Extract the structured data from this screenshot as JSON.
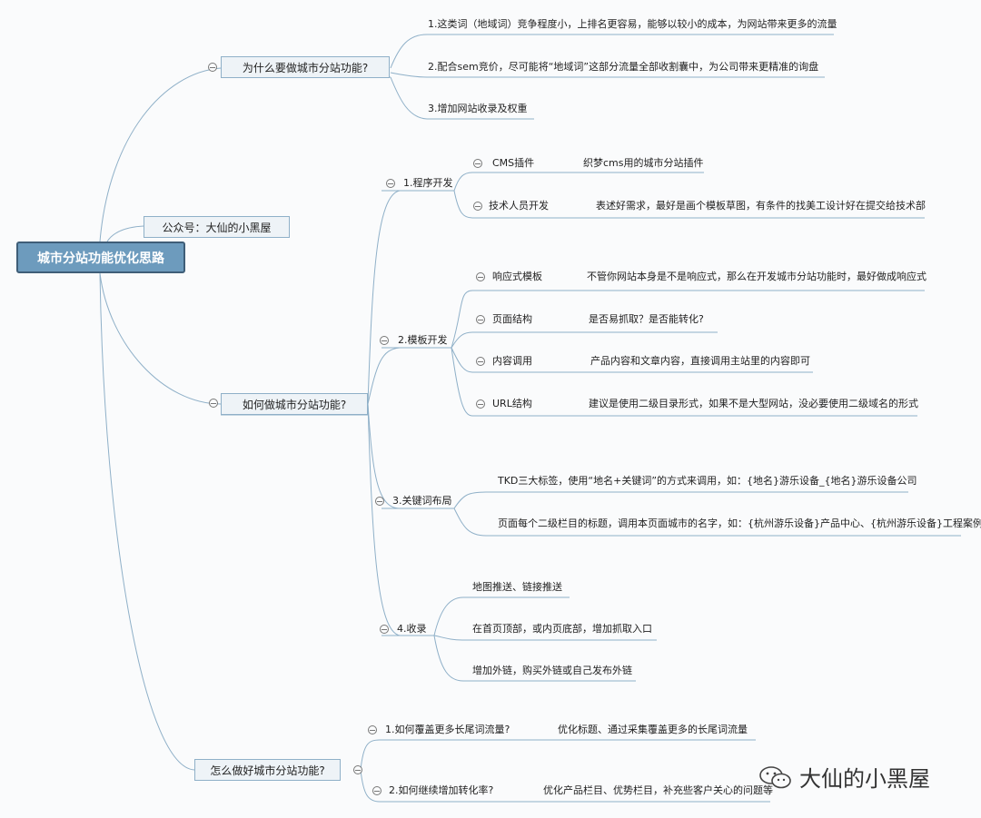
{
  "root": "城市分站功能优化思路",
  "gongzhonghao": "公众号：大仙的小黑屋",
  "why": {
    "title": "为什么要做城市分站功能?",
    "items": [
      "1.这类词（地域词）竞争程度小，上排名更容易，能够以较小的成本，为网站带来更多的流量",
      "2.配合sem竞价，尽可能将“地域词”这部分流量全部收割囊中，为公司带来更精准的询盘",
      "3.增加网站收录及权重"
    ]
  },
  "how": {
    "title": "如何做城市分站功能?",
    "program": {
      "label": "1.程序开发",
      "children": [
        {
          "label": "CMS插件",
          "desc": "织梦cms用的城市分站插件"
        },
        {
          "label": "技术人员开发",
          "desc": "表述好需求，最好是画个模板草图，有条件的找美工设计好在提交给技术部"
        }
      ]
    },
    "template": {
      "label": "2.模板开发",
      "children": [
        {
          "label": "响应式模板",
          "desc": "不管你网站本身是不是响应式，那么在开发城市分站功能时，最好做成响应式"
        },
        {
          "label": "页面结构",
          "desc": "是否易抓取？是否能转化?"
        },
        {
          "label": "内容调用",
          "desc": "产品内容和文章内容，直接调用主站里的内容即可"
        },
        {
          "label": "URL结构",
          "desc": "建议是使用二级目录形式，如果不是大型网站，没必要使用二级域名的形式"
        }
      ]
    },
    "keyword": {
      "label": "3.关键词布局",
      "children": [
        "TKD三大标签，使用“地名+关键词”的方式来调用，如：{地名}游乐设备_{地名}游乐设备公司",
        "页面每个二级栏目的标题，调用本页面城市的名字，如：{杭州游乐设备}产品中心、{杭州游乐设备}工程案例"
      ]
    },
    "index": {
      "label": "4.收录",
      "children": [
        "地图推送、链接推送",
        "在首页顶部，或内页底部，增加抓取入口",
        "增加外链，购买外链或自己发布外链"
      ]
    }
  },
  "better": {
    "title": "怎么做好城市分站功能?",
    "items": [
      {
        "label": "1.如何覆盖更多长尾词流量?",
        "desc": "优化标题、通过采集覆盖更多的长尾词流量"
      },
      {
        "label": "2.如何继续增加转化率?",
        "desc": "优化产品栏目、优势栏目，补充些客户关心的问题等"
      }
    ]
  },
  "watermark": "大仙的小黑屋"
}
